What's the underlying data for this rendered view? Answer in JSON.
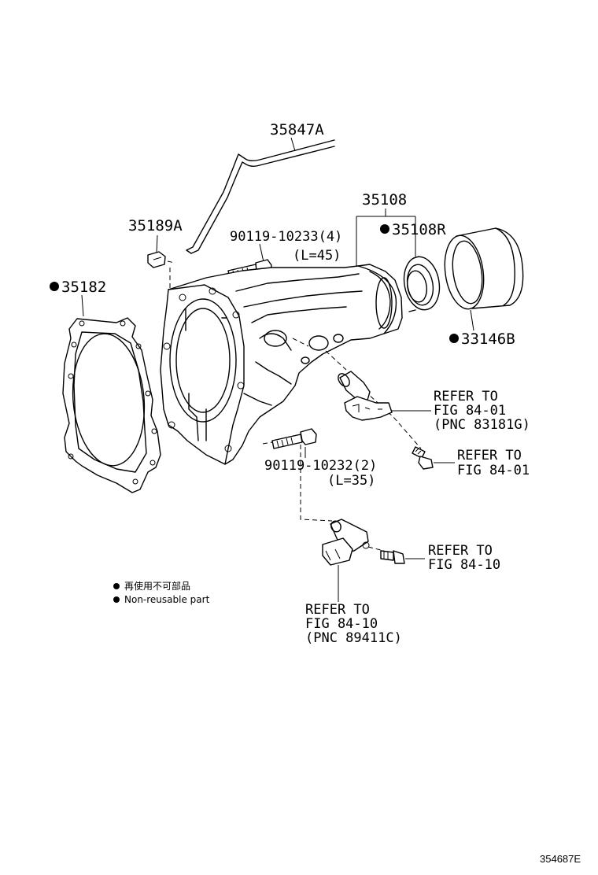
{
  "parts": {
    "tube": "35847A",
    "plug": "35189A",
    "gasket": "35182",
    "extension_housing": "35108",
    "oil_seal": "35108R",
    "dust_cover": "33146B",
    "bolt_upper": "90119-10233(4)",
    "bolt_upper_len": "(L=45)",
    "bolt_lower": "90119-10232(2)",
    "bolt_lower_len": "(L=35)"
  },
  "refs": {
    "r1": [
      "REFER TO",
      "FIG 84-01",
      "(PNC 83181G)"
    ],
    "r2": [
      "REFER TO",
      "FIG 84-01"
    ],
    "r3": [
      "REFER TO",
      "FIG 84-10"
    ],
    "r4": [
      "REFER TO",
      "FIG 84-10",
      "(PNC 89411C)"
    ]
  },
  "legend": {
    "line1": "再使用不可部品",
    "line2": "Non-reusable part"
  },
  "footer_id": "354687E",
  "marker_color": "#000000"
}
